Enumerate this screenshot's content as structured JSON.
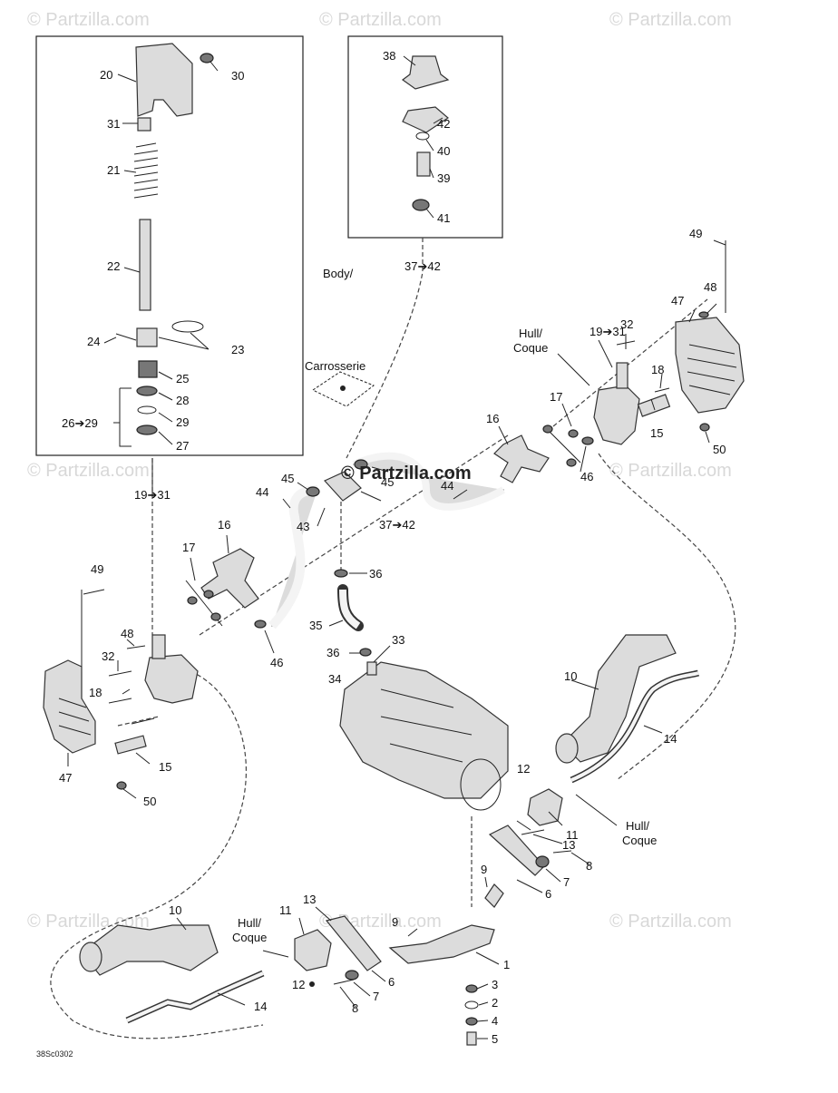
{
  "watermark": {
    "text": "© Partzilla.com",
    "center_text": "© Partzilla.com"
  },
  "diagram_code": "38Sc0302",
  "labels": {
    "body_carrosserie": [
      "Body/",
      "Carrosserie"
    ],
    "hull_coque_top": [
      "Hull/",
      "Coque"
    ],
    "hull_coque_right": [
      "Hull/",
      "Coque"
    ],
    "hull_coque_bottom": [
      "Hull/",
      "Coque"
    ]
  },
  "callouts": {
    "p1": "1",
    "p2": "2",
    "p3": "3",
    "p4": "4",
    "p5": "5",
    "p6a": "6",
    "p6b": "6",
    "p7a": "7",
    "p7b": "7",
    "p8a": "8",
    "p8b": "8",
    "p9a": "9",
    "p9b": "9",
    "p10a": "10",
    "p10b": "10",
    "p11a": "11",
    "p11b": "11",
    "p12a": "12",
    "p12b": "12",
    "p13a": "13",
    "p13b": "13",
    "p14a": "14",
    "p14b": "14",
    "p15a": "15",
    "p15b": "15",
    "p16a": "16",
    "p16b": "16",
    "p17a": "17",
    "p17b": "17",
    "p18a": "18",
    "p18b": "18",
    "p19_31a": "19➔31",
    "p19_31b": "19➔31",
    "p20": "20",
    "p21": "21",
    "p22": "22",
    "p23": "23",
    "p24": "24",
    "p25": "25",
    "p26_29": "26➔29",
    "p27": "27",
    "p28": "28",
    "p29": "29",
    "p30": "30",
    "p31": "31",
    "p32a": "32",
    "p32b": "32",
    "p33": "33",
    "p34": "34",
    "p35": "35",
    "p36a": "36",
    "p36b": "36",
    "p37_42a": "37➔42",
    "p37_42b": "37➔42",
    "p38": "38",
    "p39": "39",
    "p40": "40",
    "p41": "41",
    "p42": "42",
    "p43": "43",
    "p44a": "44",
    "p44b": "44",
    "p45a": "45",
    "p45b": "45",
    "p46a": "46",
    "p46b": "46",
    "p47a": "47",
    "p47b": "47",
    "p48a": "48",
    "p48b": "48",
    "p49a": "49",
    "p49b": "49",
    "p50a": "50",
    "p50b": "50"
  }
}
